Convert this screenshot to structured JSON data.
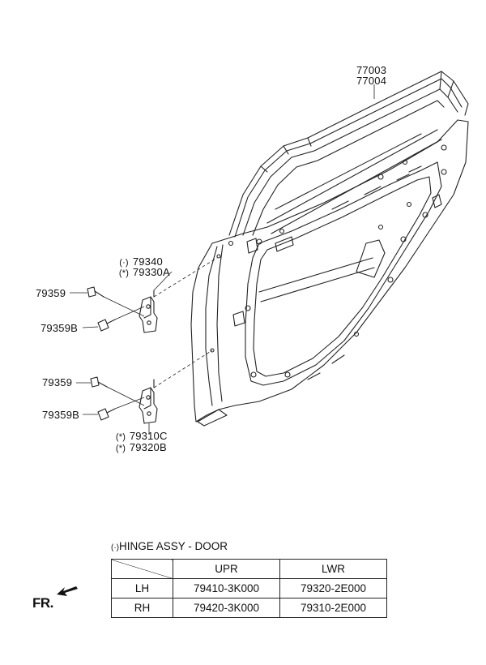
{
  "labels": {
    "door_panel_1": "77003",
    "door_panel_2": "77004",
    "upper_hinge_1": "79340",
    "upper_hinge_2": "79330A",
    "upper_bolt": "79359",
    "upper_bolt_b": "79359B",
    "lower_bolt": "79359",
    "lower_bolt_b": "79359B",
    "lower_hinge_1": "79310C",
    "lower_hinge_2": "79320B"
  },
  "symbols": {
    "ref_mark": "(·)",
    "ref_mark_star": "(*)"
  },
  "table": {
    "caption_mark": "(·)",
    "caption": "HINGE ASSY - DOOR",
    "columns": [
      "",
      "UPR",
      "LWR"
    ],
    "rows": [
      {
        "side": "LH",
        "upr": "79410-3K000",
        "lwr": "79320-2E000"
      },
      {
        "side": "RH",
        "upr": "79420-3K000",
        "lwr": "79310-2E000"
      }
    ]
  },
  "direction": {
    "label": "FR."
  }
}
